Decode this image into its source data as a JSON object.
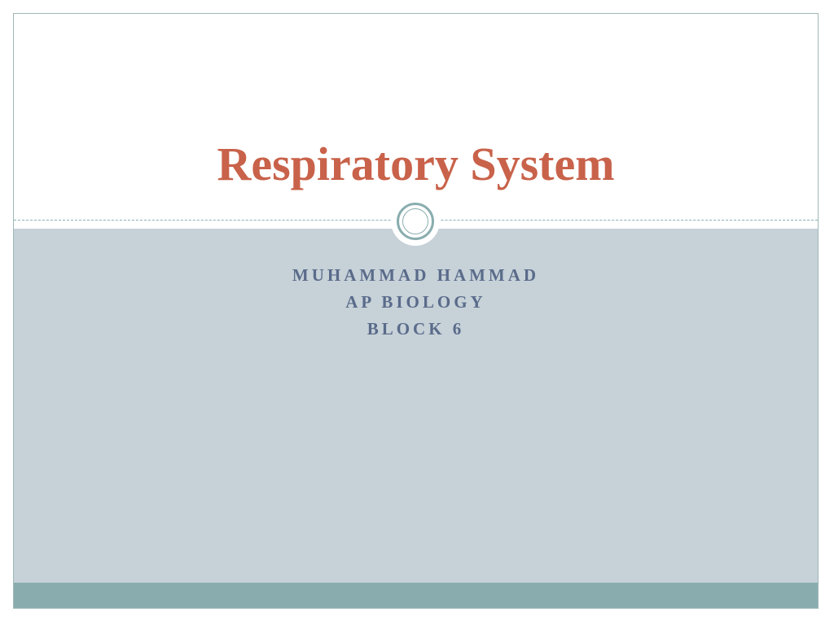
{
  "slide": {
    "title": "Respiratory System",
    "subtitle_lines": [
      "MUHAMMAD HAMMAD",
      "AP BIOLOGY",
      "BLOCK 6"
    ]
  },
  "colors": {
    "title": "#c9624a",
    "subtitle": "#5a6b8a",
    "lower_panel": "#c6d1d8",
    "footer_bar": "#89adae",
    "accent": "#89adae"
  }
}
